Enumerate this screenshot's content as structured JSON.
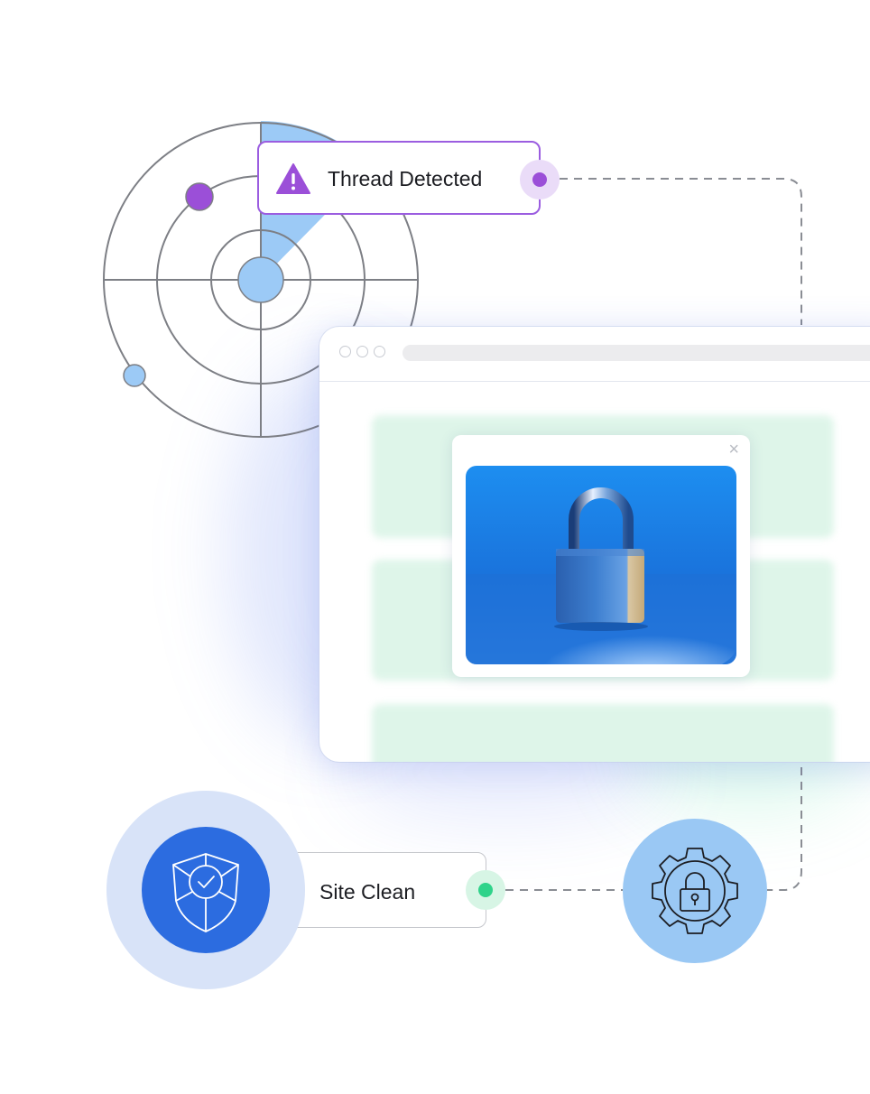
{
  "alert": {
    "label": "Thread Detected",
    "icon": "warning-triangle-icon",
    "accent": "#9b5de0"
  },
  "status": {
    "label": "Site Clean",
    "icon": "shield-check-icon",
    "accent": "#2fd38a"
  },
  "modal": {
    "close_glyph": "×",
    "image": "padlock-photo"
  },
  "nodes": {
    "radar": "radar-icon",
    "gear": "gear-lock-icon"
  },
  "colors": {
    "radar_accent": "#9ccaf6",
    "shield_blue": "#2c6ce0",
    "halo_blue": "#d8e3f8",
    "gear_blue": "#9ac8f4",
    "block_green": "#d9f4e6"
  }
}
